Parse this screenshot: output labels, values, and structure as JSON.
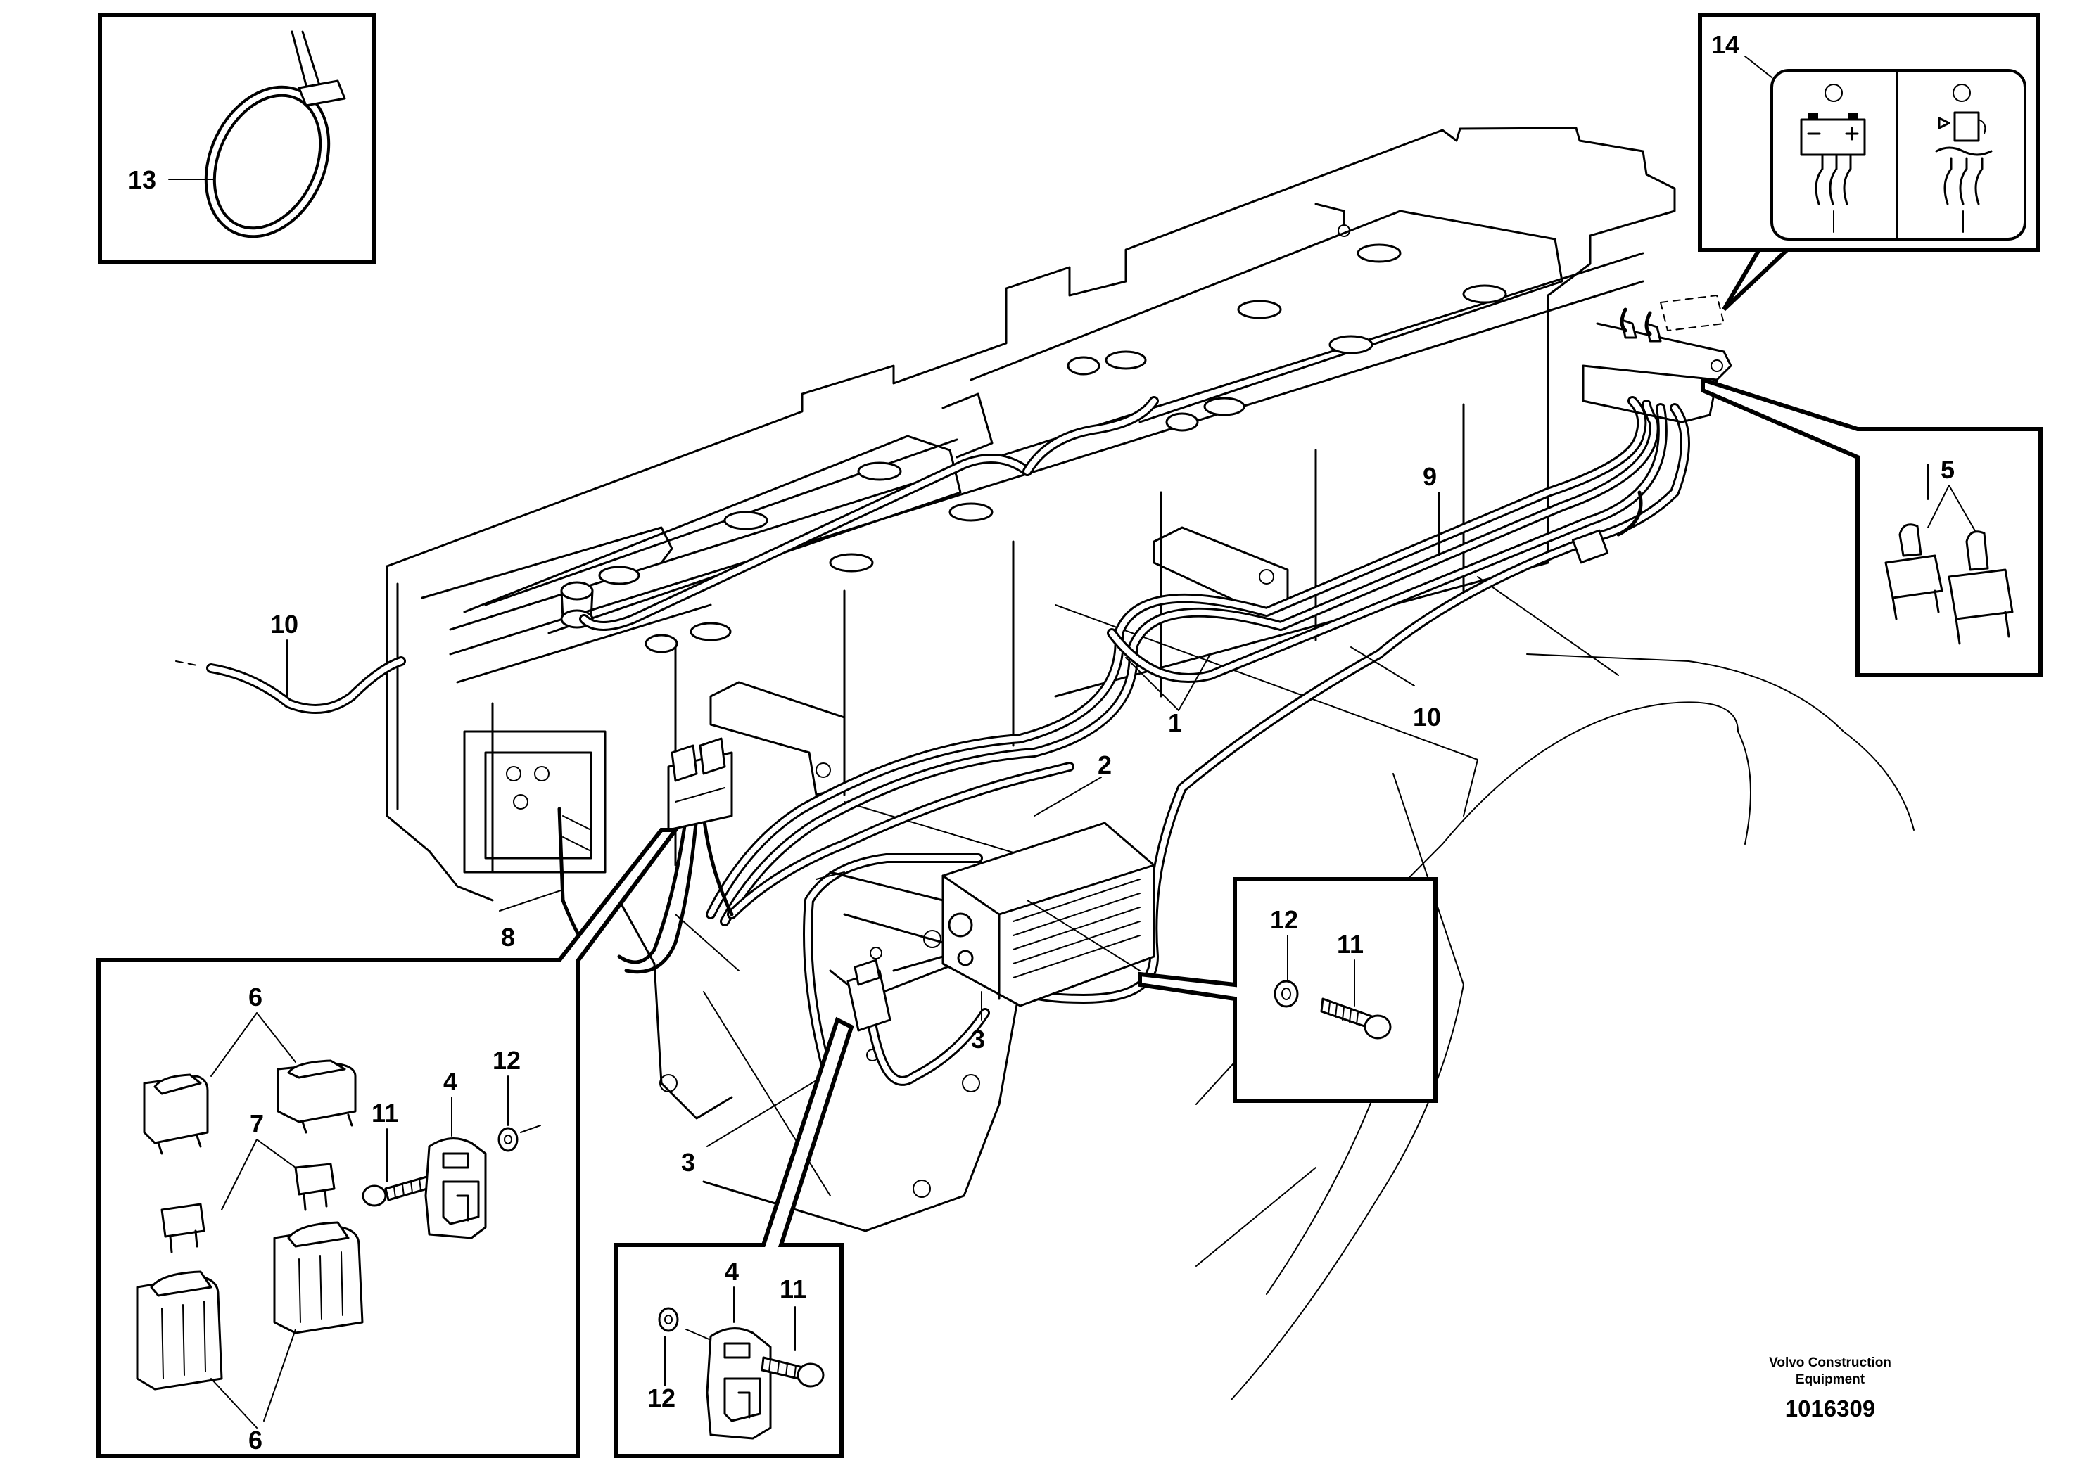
{
  "callouts": {
    "c1": "1",
    "c2": "2",
    "c3a": "3",
    "c3b": "3",
    "c5": "5",
    "c8": "8",
    "c9": "9",
    "c10a": "10",
    "c10b": "10",
    "c11a": "11",
    "c12a": "12",
    "c13": "13",
    "c14": "14"
  },
  "detail_fuse": {
    "c6a": "6",
    "c6b": "6",
    "c7": "7",
    "c11": "11",
    "c4": "4",
    "c12": "12"
  },
  "detail_bracket": {
    "c4": "4",
    "c11": "11",
    "c12": "12"
  },
  "brand": {
    "line1": "Volvo Construction",
    "line2": "Equipment",
    "part_number": "1016309"
  },
  "icons": [
    "battery-heater-icon",
    "engine-coolant-heater-icon",
    "cable-tie-icon",
    "toggle-switch-icon",
    "relay-icon",
    "fuse-icon",
    "bracket-icon",
    "washer-icon",
    "screw-icon"
  ]
}
